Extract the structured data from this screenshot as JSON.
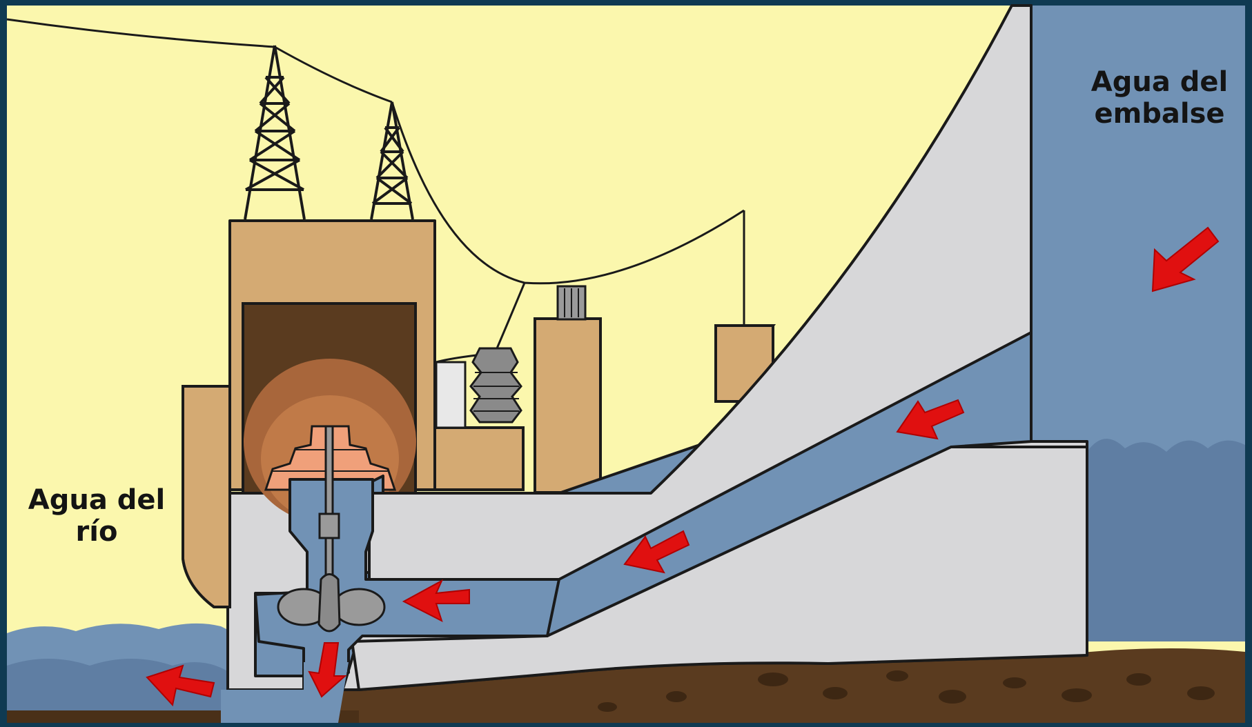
{
  "labels": {
    "reservoir_line1": "Agua del",
    "reservoir_line2": "embalse",
    "river_line1": "Agua del",
    "river_line2": "río"
  },
  "colors": {
    "sky": "#fbf7ad",
    "water": "#7192b5",
    "water_deep": "#5f7ea3",
    "concrete": "#d7d7d9",
    "building": "#d4aa73",
    "ground": "#5a3b1f",
    "arrow": "#e01010",
    "frame": "#0f3a52"
  },
  "icons": {
    "flow_arrows": "arrow-icon",
    "towers": "transmission-tower-icon",
    "turbine": "turbine-icon",
    "generator": "generator-icon",
    "insulator": "insulator-icon"
  }
}
